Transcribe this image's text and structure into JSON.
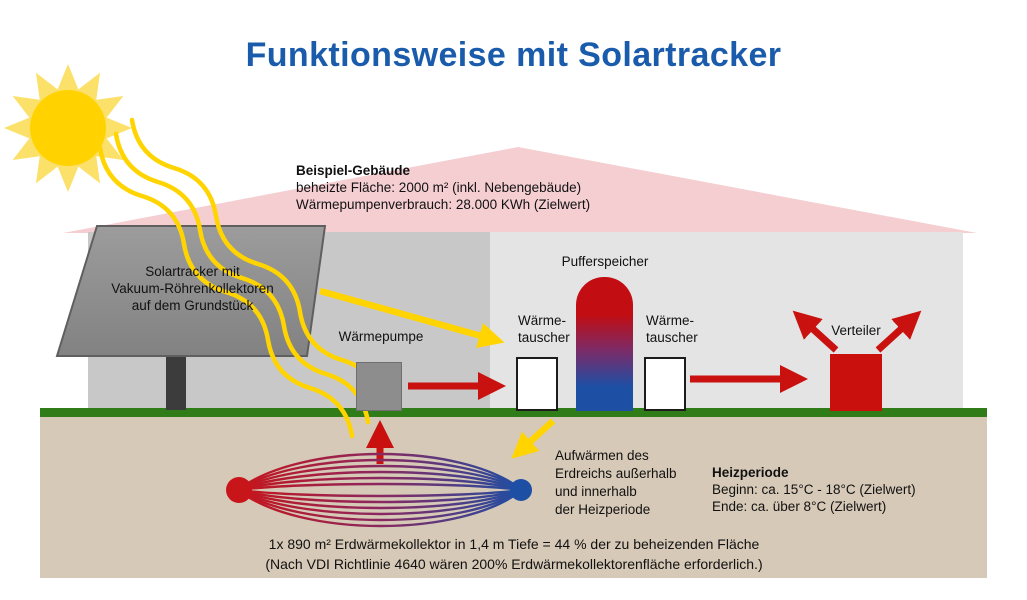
{
  "title": "Funktionsweise mit Solartracker",
  "building": {
    "heading": "Beispiel-Gebäude",
    "line1": "beheizte Fläche: 2000 m² (inkl. Nebengebäude)",
    "line2": "Wärmepumpenverbrauch: 28.000 KWh (Zielwert)"
  },
  "components": {
    "solartracker": "Solartracker mit\nVakuum-Röhrenkollektoren\nauf dem Grundstück",
    "waermepumpe": "Wärmepumpe",
    "waermetauscher_links": "Wärme-\ntauscher",
    "pufferspeicher": "Pufferspeicher",
    "waermetauscher_rechts": "Wärme-\ntauscher",
    "verteiler": "Verteiler"
  },
  "ground": {
    "aufwaermen": "Aufwärmen des\nErdreichs außerhalb\nund innerhalb\nder Heizperiode",
    "heizperiode_heading": "Heizperiode",
    "heizperiode_line1": "Beginn: ca. 15°C - 18°C (Zielwert)",
    "heizperiode_line2": "Ende: ca. über 8°C (Zielwert)",
    "kollektor_line1": "1x 890 m² Erdwärmekollektor in 1,4 m Tiefe = 44 % der zu beheizenden Fläche",
    "kollektor_line2": "(Nach VDI Richtlinie 4640 wären 200% Erdwärmekollektorenfläche erforderlich.)"
  },
  "icons": {
    "sun": "sun-icon",
    "solar_waves": "solar-radiation-waves-icon",
    "earth_collector": "earth-collector-icon"
  },
  "colors": {
    "title_blue": "#1a5cab",
    "arrow_red": "#c9120f",
    "solar_yellow": "#ffd400",
    "ground_green": "#2f7c19",
    "earth_tan": "#d6c9b7",
    "roof_pink": "#f5ced2",
    "hot_red": "#c8151a",
    "cold_blue": "#1d4fa5"
  }
}
